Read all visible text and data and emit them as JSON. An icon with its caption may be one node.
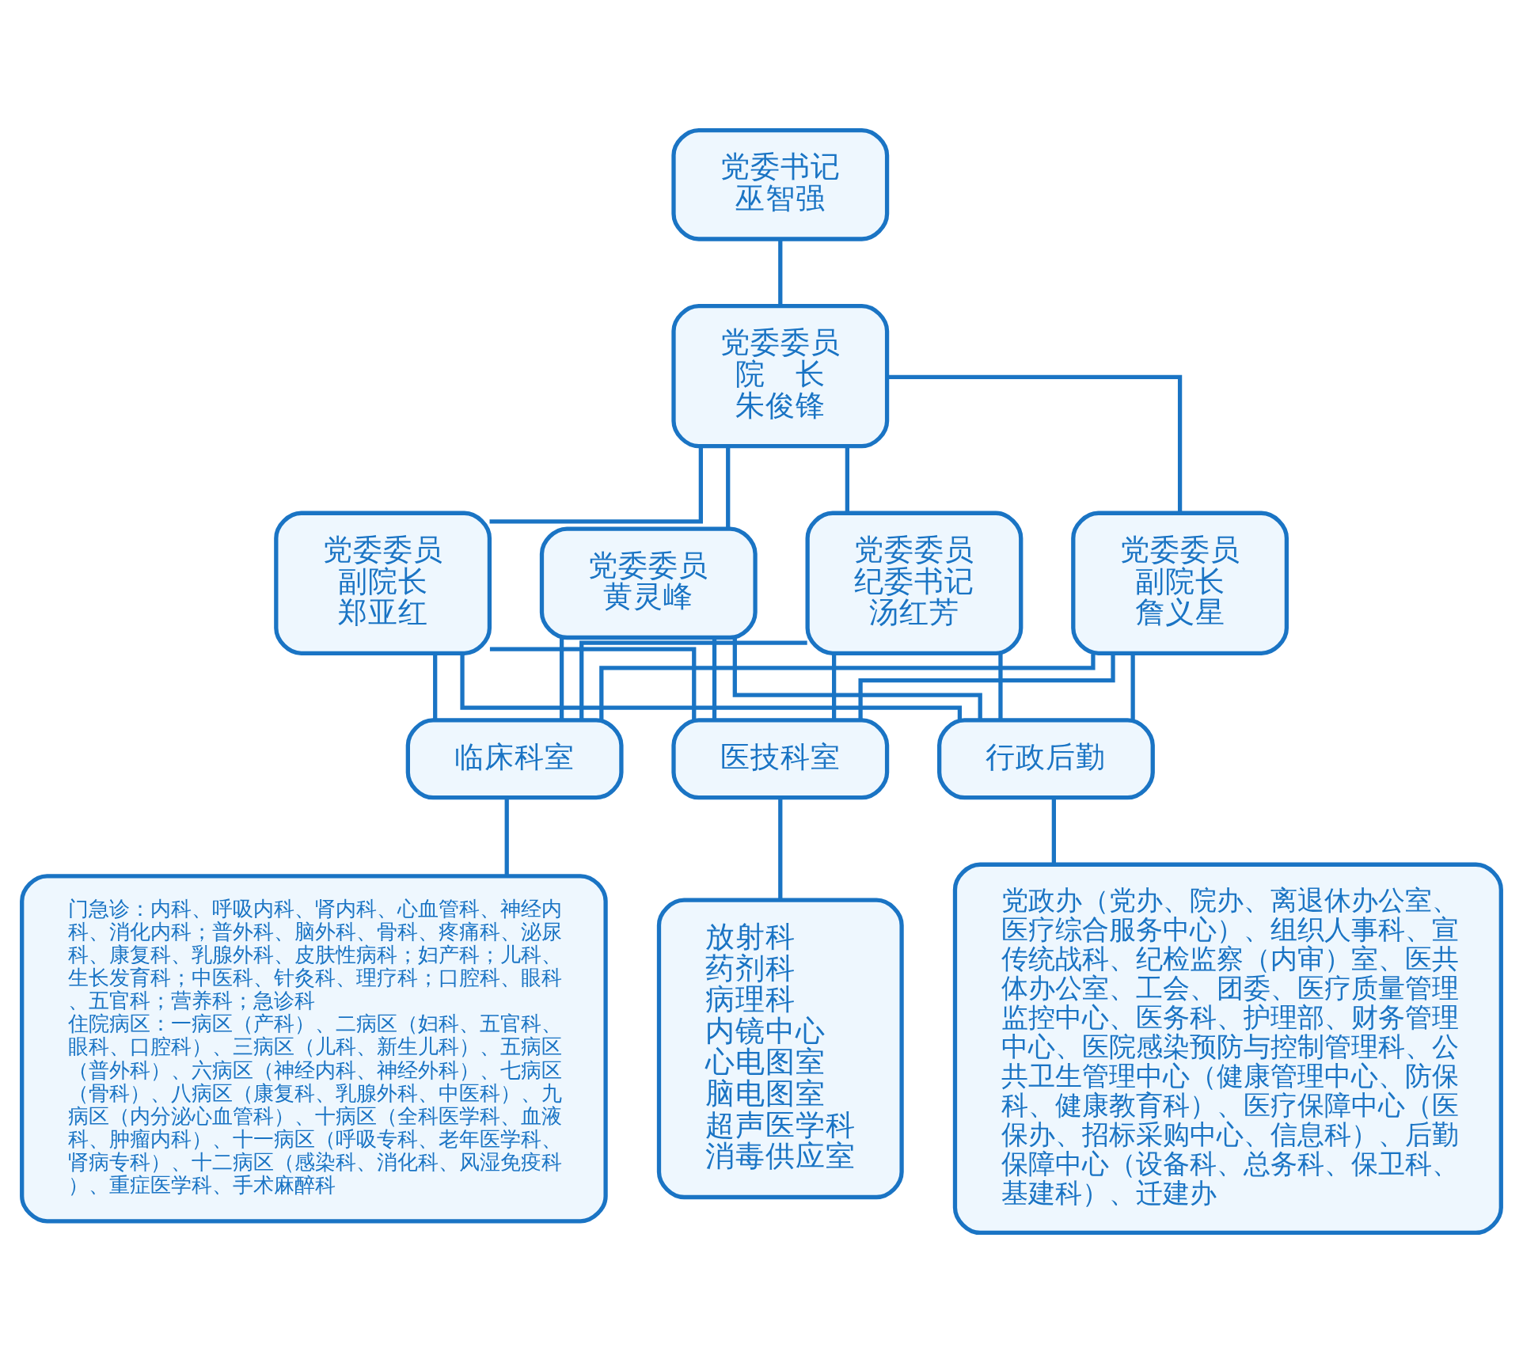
{
  "diagram": {
    "nodes": [
      {
        "text": [
          "党委书记",
          "巫智强"
        ]
      },
      {
        "text": [
          "党委委员",
          "院　长",
          "朱俊锋"
        ]
      },
      {
        "text": [
          "党委委员",
          "纪委书记",
          "汤红芳"
        ]
      },
      {
        "text": [
          "党委委员",
          "副院长",
          "詹义星"
        ]
      },
      {
        "text": [
          "党委委员",
          "副院长",
          "郑亚红"
        ]
      },
      {
        "text": [
          "党委委员",
          "黄灵峰"
        ]
      },
      {
        "text": [
          "临床科室"
        ]
      },
      {
        "text": [
          "医技科室"
        ]
      },
      {
        "text": [
          "行政后勤"
        ]
      },
      {
        "text": [
          "门急诊：内科、呼吸内科、肾内科、心血管科、神经内科、消化内科；普外科、脑外科、骨科、疼痛科、泌尿科、康复科、乳腺外科、皮肤性病科；妇产科；儿科、生长发育科；中医科、针灸科、理疗科；口腔科、眼科、五官科；营养科；急诊科",
          "住院病区：一病区（产科）、二病区（妇科、五官科、眼科、口腔科）、三病区（儿科、新生儿科）、五病区（普外科）、六病区（神经内科、神经外科）、七病区（骨科）、八病区（康复科、乳腺外科、中医科）、九病区（内分泌心血管科）、十病区（全科医学科、血液科、肿瘤内科）、十一病区（呼吸专科、老年医学科、肾病专科）、十二病区（感染科、消化科、风湿免疫科）、重症医学科、手术麻醉科"
        ]
      },
      {
        "text": [
          "放射科",
          "药剂科",
          "病理科",
          "内镜中心",
          "心电图室",
          "脑电图室",
          "超声医学科",
          "消毒供应室"
        ]
      },
      {
        "text": [
          "党政办（党办、院办、离退休办公室、医疗综合服务中心）、组织人事科、宣传统战科、纪检监察（内审）室、医共体办公室、工会、团委、医疗质量管理监控中心、医务科、护理部、财务管理中心、医院感染预防与控制管理科、公共卫生管理中心（健康管理中心、防保科、健康教育科）、医疗保障中心（医保办、招标采购中心、信息科）、后勤保障中心（设备科、总务科、保卫科、基建科）、迁建办"
        ]
      }
    ],
    "edges": [
      {
        "from": 0,
        "to": 1,
        "arrow": "none"
      },
      {
        "from": 1,
        "to": 2,
        "arrow": "none"
      },
      {
        "from": 1,
        "to": 3,
        "arrow": "none"
      },
      {
        "from": 1,
        "to": 4,
        "arrow": "none"
      },
      {
        "from": 1,
        "to": 5,
        "arrow": "none"
      },
      {
        "from": 2,
        "to": 6,
        "arrow": "none"
      },
      {
        "from": 3,
        "to": 6,
        "arrow": "none"
      },
      {
        "from": 4,
        "to": 6,
        "arrow": "none"
      },
      {
        "from": 5,
        "to": 6,
        "arrow": "none"
      },
      {
        "from": 2,
        "to": 7,
        "arrow": "none"
      },
      {
        "from": 3,
        "to": 7,
        "arrow": "none"
      },
      {
        "from": 4,
        "to": 7,
        "arrow": "none"
      },
      {
        "from": 5,
        "to": 7,
        "arrow": "none"
      },
      {
        "from": 2,
        "to": 8,
        "arrow": "none"
      },
      {
        "from": 3,
        "to": 8,
        "arrow": "none"
      },
      {
        "from": 4,
        "to": 8,
        "arrow": "none"
      },
      {
        "from": 5,
        "to": 8,
        "arrow": "none"
      },
      {
        "from": 6,
        "to": 9,
        "arrow": "none"
      },
      {
        "from": 7,
        "to": 10,
        "arrow": "none"
      },
      {
        "from": 8,
        "to": 11,
        "arrow": "none"
      }
    ]
  }
}
